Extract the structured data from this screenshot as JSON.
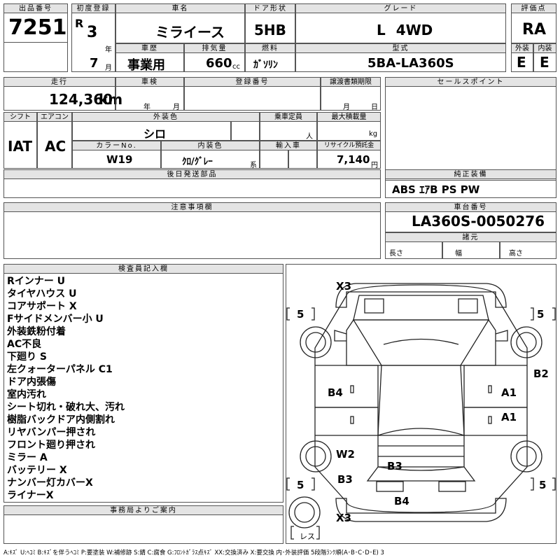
{
  "header": {
    "lot_no_label": "出品番号",
    "lot_no": "7251",
    "first_reg_label": "初度登録",
    "era": "R",
    "year": "3",
    "year_unit": "年",
    "month": "7",
    "month_unit": "月",
    "car_name_label": "車名",
    "car_name": "ミライース",
    "door_label": "ドア形状",
    "door": "5HB",
    "grade_label": "グレード",
    "grade": "L 4WD",
    "score_label": "評価点",
    "score": "RA",
    "history_label": "車歴",
    "history": "事業用",
    "displacement_label": "排気量",
    "displacement": "660",
    "displacement_unit": "cc",
    "fuel_label": "燃料",
    "fuel": "ｶﾞｿﾘﾝ",
    "model_label": "型式",
    "model": "5BA-LA360S",
    "exterior_label": "外装",
    "exterior": "E",
    "interior_label": "内装",
    "interior": "E"
  },
  "row2": {
    "mileage_label": "走行",
    "mileage": "124,360",
    "mileage_unit": "km",
    "inspection_label": "車検",
    "year_unit": "年",
    "month_unit": "月",
    "reg_no_label": "登録番号",
    "transfer_label": "譲渡書類期限",
    "month_unit2": "月",
    "day_unit": "日",
    "sales_label": "セールスポイント"
  },
  "row3": {
    "shift_label": "シフト",
    "shift": "IAT",
    "ac_label": "エアコン",
    "ac": "AC",
    "ext_color_label": "外装色",
    "ext_color": "シロ",
    "capacity_label": "乗車定員",
    "capacity_unit": "人",
    "load_label": "最大積載量",
    "load_unit": "kg",
    "color_no_label": "カラーNo.",
    "color_no": "W19",
    "int_color_label": "内装色",
    "int_color": "ｸﾛ/ｸﾞﾚｰ",
    "int_color_unit": "系",
    "import_label": "輸入車",
    "recycle_label": "リサイクル預託金",
    "recycle": "7,140",
    "recycle_unit": "円"
  },
  "row4": {
    "later_parts_label": "後日発送部品",
    "genuine_label": "純正装備",
    "genuine": "ABS ｴｱB PS PW"
  },
  "row5": {
    "caution_label": "注意事項欄",
    "chassis_label": "車台番号",
    "chassis": "LA360S-0050276",
    "specs_label": "諸元",
    "length_label": "長さ",
    "width_label": "幅",
    "height_label": "高さ"
  },
  "inspector": {
    "label": "検査員記入欄",
    "notes": [
      "Rインナー U",
      "タイヤハウス U",
      "コアサポート X",
      "Fサイドメンバー小 U",
      "外装鉄粉付着",
      "AC不良",
      "下廻り S",
      "左クォーターパネル C1",
      "ドア内張傷",
      "室内汚れ",
      "シート切れ・破れ大、汚れ",
      "樹脂バックドア内側割れ",
      "リヤバンパー押され",
      "フロント廻り押され",
      "ミラー A",
      "バッテリー X",
      "ナンバー灯カバーX",
      "ライナーX"
    ]
  },
  "office": {
    "label": "事務局よりご案内"
  },
  "diagram": {
    "marks": {
      "front_bumper": "X3",
      "left_front_tire": "5",
      "right_front_tire": "5",
      "right_fender": "B2",
      "left_front_door": "B4",
      "right_front_door": "A1",
      "right_rear_door": "A1",
      "left_quarter": "W2",
      "left_rear_quarter": "B3",
      "roof_rear": "B3",
      "rear_gate": "B4",
      "rear_bumper": "X3",
      "left_rear_tire": "5",
      "right_rear_tire": "5"
    },
    "spare_label": "レス"
  },
  "legend": "A:ｷｽﾞ U:ﾍｺﾐ B:ｷｽﾞを伴うﾍｺﾐ P:要塗装 W:補修跡 S:錆 C:腐食 G:ﾌﾛﾝﾄｶﾞﾗｽ点ｷｽﾞ XX:交換済み X:要交換 内･外装評価 5段階ﾗﾝｸ順(A･B･C･D･E) 3"
}
